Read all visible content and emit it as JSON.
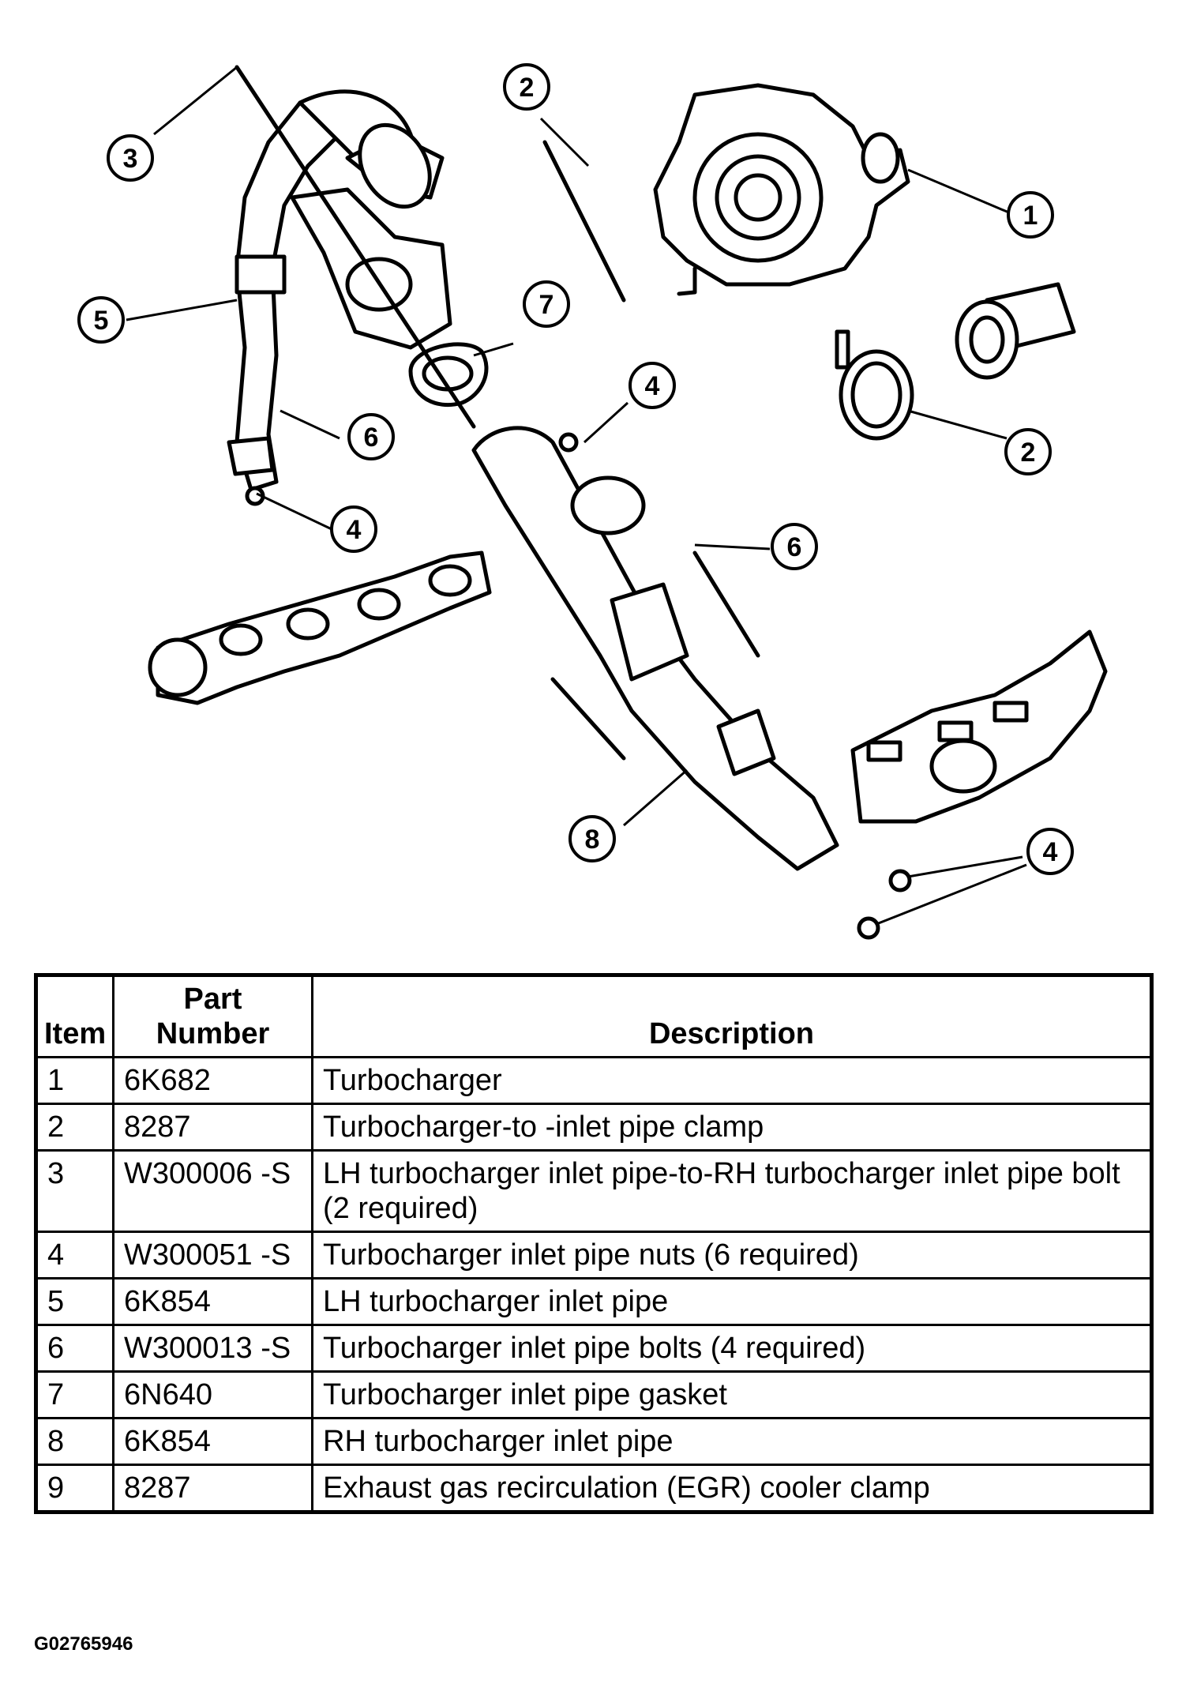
{
  "diagram": {
    "callouts": [
      "1",
      "2",
      "3",
      "4",
      "5",
      "6",
      "7",
      "8"
    ]
  },
  "table": {
    "headers": {
      "item": "Item",
      "part_line1": "Part",
      "part_line2": "Number",
      "description": "Description"
    },
    "rows": [
      {
        "item": "1",
        "part": "6K682",
        "description": "Turbocharger"
      },
      {
        "item": "2",
        "part": "8287",
        "description": "Turbocharger-to -inlet pipe clamp"
      },
      {
        "item": "3",
        "part": "W300006 -S",
        "description": "LH turbocharger inlet pipe-to-RH turbocharger inlet pipe bolt (2 required)"
      },
      {
        "item": "4",
        "part": "W300051 -S",
        "description": "Turbocharger inlet pipe nuts (6 required)"
      },
      {
        "item": "5",
        "part": "6K854",
        "description": "LH turbocharger inlet pipe"
      },
      {
        "item": "6",
        "part": "W300013 -S",
        "description": "Turbocharger inlet pipe bolts (4 required)"
      },
      {
        "item": "7",
        "part": "6N640",
        "description": "Turbocharger inlet pipe gasket"
      },
      {
        "item": "8",
        "part": "6K854",
        "description": "RH turbocharger inlet pipe"
      },
      {
        "item": "9",
        "part": "8287",
        "description": "Exhaust gas recirculation (EGR) cooler clamp"
      }
    ]
  },
  "figure_id": "G02765946"
}
